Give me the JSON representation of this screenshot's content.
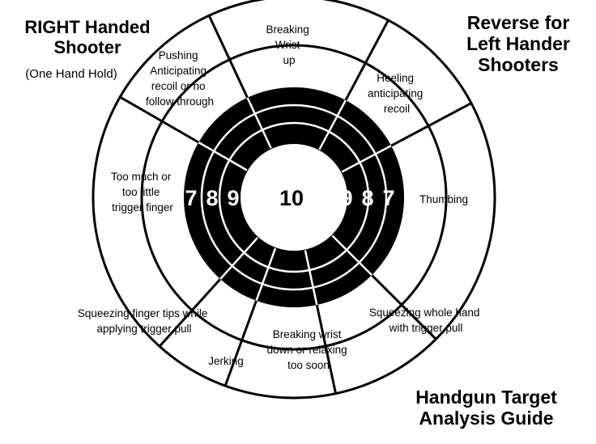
{
  "titles": {
    "shooter": "RIGHT Handed Shooter",
    "hold": "(One Hand Hold)",
    "reverse": "Reverse for Left Hander Shooters",
    "guide": "Handgun Target Analysis Guide"
  },
  "rings": {
    "left": [
      "7",
      "8",
      "9"
    ],
    "center": "10",
    "right": [
      "9",
      "8",
      "7"
    ]
  },
  "zones": {
    "breaking_wrist_up": [
      "Breaking",
      "Wrist",
      "up"
    ],
    "heeling": [
      "Heeling",
      "anticipating",
      "recoil"
    ],
    "thumbing": [
      "Thumbing"
    ],
    "squeezing_whole_hand": [
      "Squeezing whole hand",
      "with trigger pull"
    ],
    "breaking_wrist_down": [
      "Breaking wrist",
      "down or relaxing",
      "too soon"
    ],
    "jerking": [
      "Jerking"
    ],
    "squeezing_finger_tips": [
      "Squeezing finger tips while",
      "applying trigger pull"
    ],
    "trigger_finger": [
      "Too much or",
      "too little",
      "trigger finger"
    ],
    "pushing": [
      "Pushing",
      "Anticipating",
      "recoil or no",
      "follow through"
    ]
  },
  "colors": {
    "bull": "#000000",
    "lines": "#000000",
    "background": "#ffffff"
  }
}
